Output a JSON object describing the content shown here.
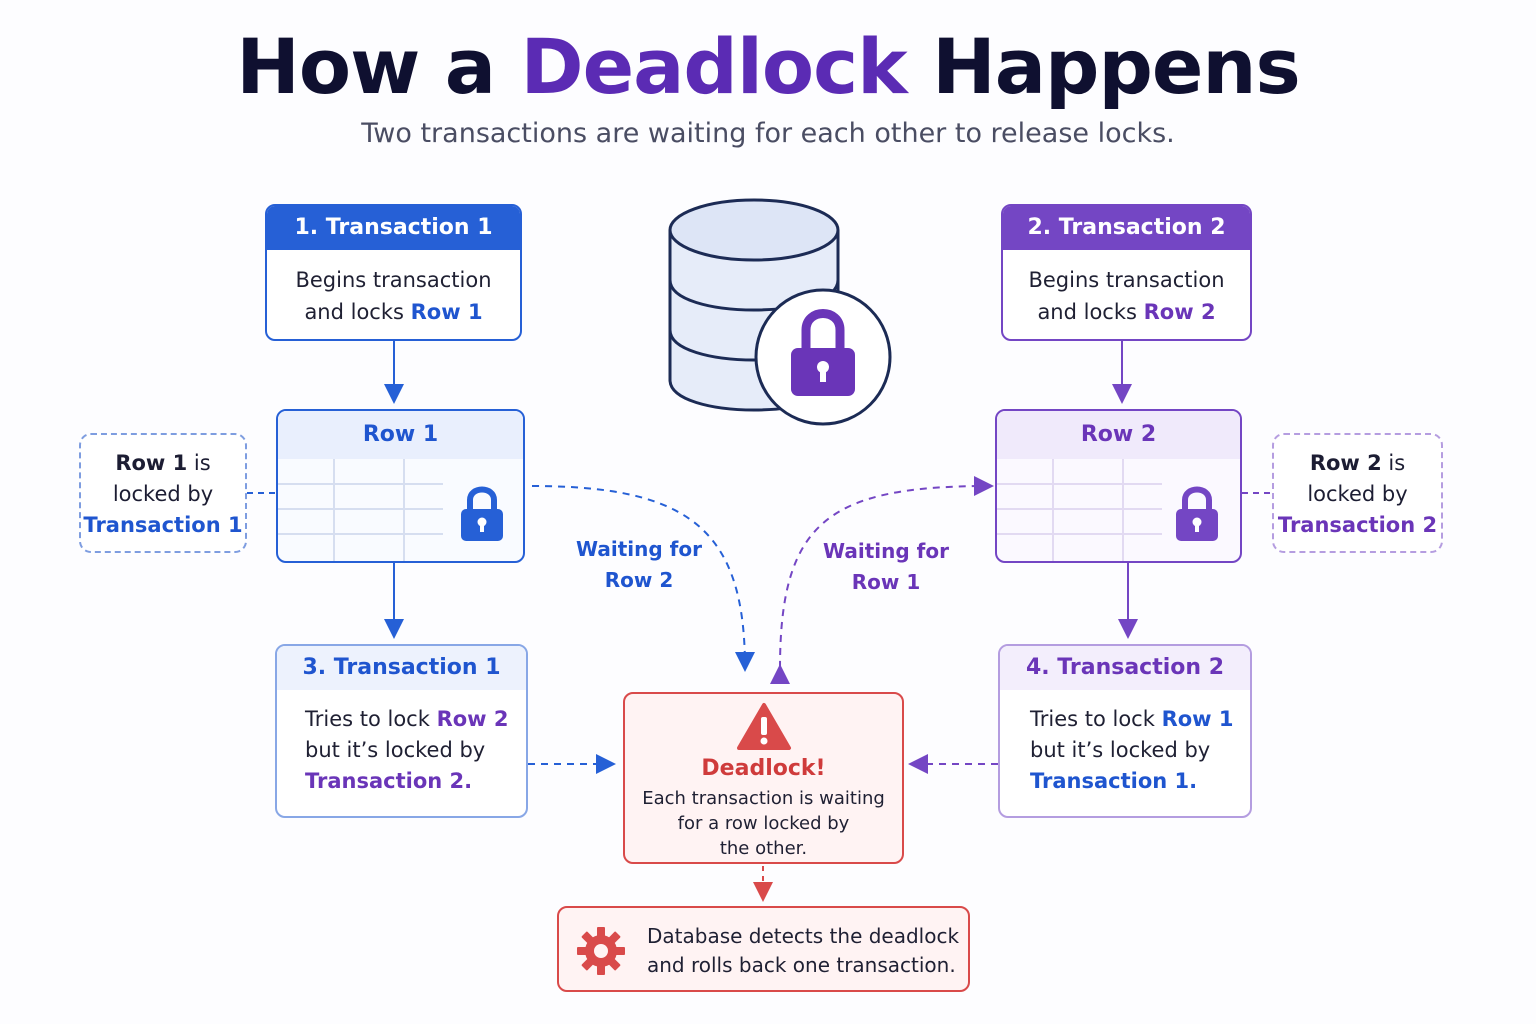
{
  "title": {
    "before": "How a ",
    "highlight": "Deadlock",
    "after": " Happens"
  },
  "subtitle": "Two transactions are waiting for each other to release locks.",
  "step1": {
    "header": "1. Transaction 1",
    "line1": "Begins transaction",
    "line2_prefix": "and locks ",
    "line2_row": "Row 1"
  },
  "step2": {
    "header": "2. Transaction 2",
    "line1": "Begins transaction",
    "line2_prefix": "and locks ",
    "line2_row": "Row 2"
  },
  "row1": {
    "label": "Row 1"
  },
  "row2": {
    "label": "Row 2"
  },
  "note1": {
    "row": "Row 1",
    "is": " is",
    "line2": "locked by",
    "owner": "Transaction 1"
  },
  "note2": {
    "row": "Row 2",
    "is": " is",
    "line2": "locked by",
    "owner": "Transaction 2"
  },
  "wait_left": {
    "line1": "Waiting for",
    "line2": "Row 2"
  },
  "wait_right": {
    "line1": "Waiting for",
    "line2": "Row 1"
  },
  "step3": {
    "header": "3. Transaction 1",
    "prefix": "Tries to lock ",
    "row": "Row 2",
    "line2": "but it’s locked by",
    "owner": "Transaction 2."
  },
  "step4": {
    "header": "4. Transaction 2",
    "prefix": "Tries to lock ",
    "row": "Row 1",
    "line2": "but it’s locked by",
    "owner": "Transaction 1."
  },
  "deadlock": {
    "title": "Deadlock!",
    "line1": "Each transaction is waiting",
    "line2": "for a row locked by",
    "line3": "the other."
  },
  "rollback": {
    "line1": "Database detects the deadlock",
    "line2": "and rolls back one transaction."
  },
  "icons": {
    "database": "database-icon",
    "lock": "padlock-icon",
    "warning": "warning-triangle-icon",
    "gear": "gear-icon"
  },
  "colors": {
    "blue": "#2660d6",
    "purple": "#7446c4",
    "red": "#d94a4a",
    "navy": "#0f1030"
  }
}
